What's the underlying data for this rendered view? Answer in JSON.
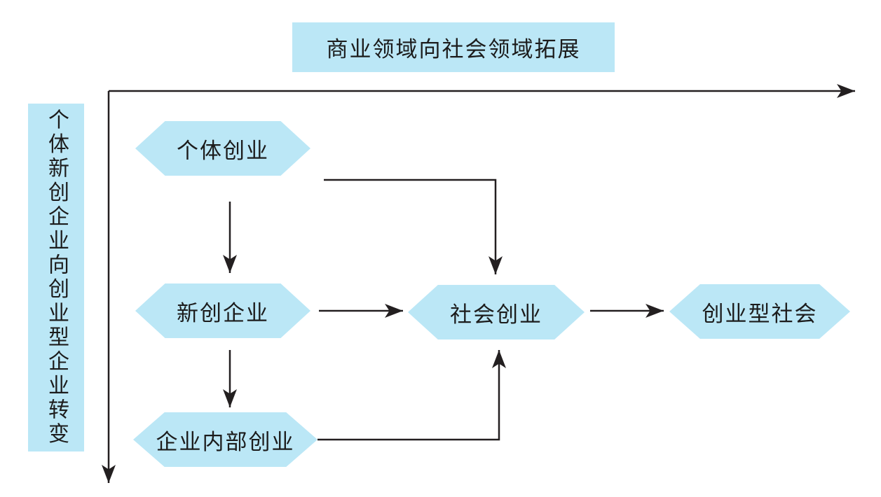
{
  "diagram": {
    "top_axis_label": "商业领域向社会领域拓展",
    "left_axis_label": "个体新创企业向创业型企业转变",
    "nodes": {
      "individual": "个体创业",
      "new_venture": "新创企业",
      "intra_corporate": "企业内部创业",
      "social": "社会创业",
      "entrepreneurial_society": "创业型社会"
    },
    "colors": {
      "fill": "#BBE7F6",
      "line": "#231F20",
      "text": "#1C1C1C"
    }
  }
}
